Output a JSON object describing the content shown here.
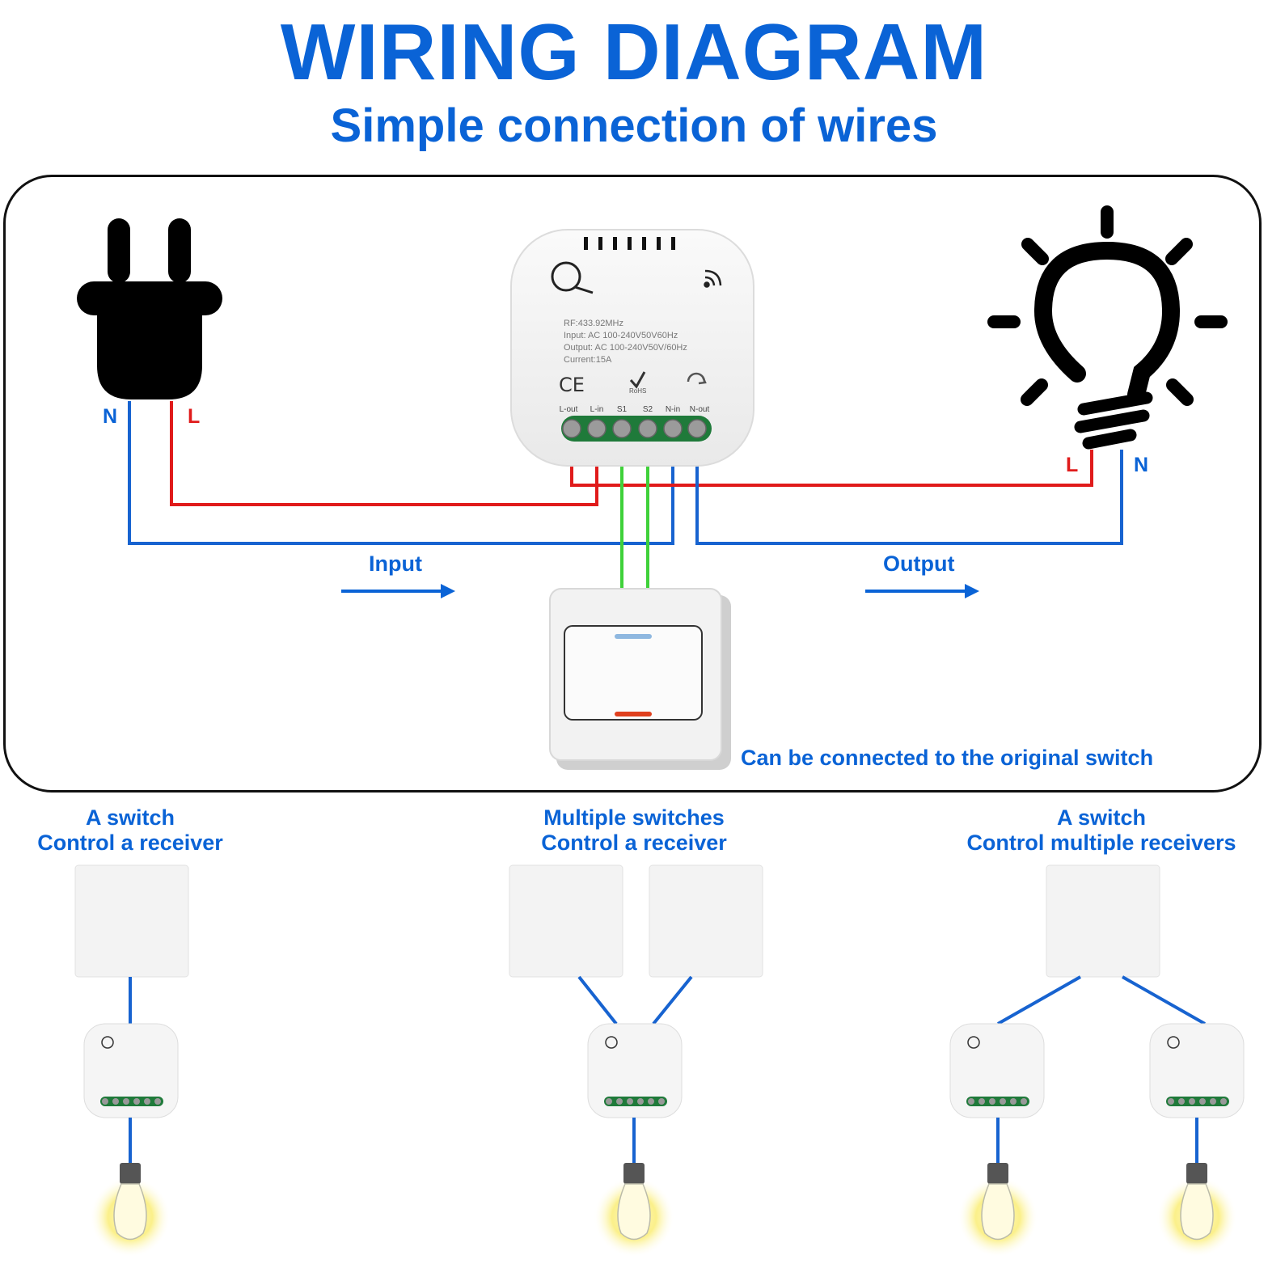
{
  "header": {
    "title": "WIRING DIAGRAM",
    "subtitle": "Simple connection of wires"
  },
  "plug": {
    "n_label": "N",
    "l_label": "L"
  },
  "bulb": {
    "l_label": "L",
    "n_label": "N"
  },
  "module": {
    "spec_lines": [
      "RF:433.92MHz",
      "Input: AC 100-240V50V60Hz",
      "Output: AC 100-240V50V/60Hz",
      "Current:15A"
    ],
    "terminals": [
      "L-out",
      "L-in",
      "S1",
      "S2",
      "N-in",
      "N-out"
    ],
    "rohs": "RoHS"
  },
  "flow": {
    "input": "Input",
    "output": "Output"
  },
  "note": "Can be connected to the original switch",
  "scenarios": [
    {
      "line1": "A switch",
      "line2": "Control a receiver"
    },
    {
      "line1": "Multiple switches",
      "line2": "Control a receiver"
    },
    {
      "line1": "A switch",
      "line2": "Control multiple receivers"
    }
  ],
  "colors": {
    "accent_blue": "#0a63d6",
    "wire_live": "#e01b1b",
    "wire_neutral": "#1763d0",
    "wire_switch": "#3fd13a"
  }
}
